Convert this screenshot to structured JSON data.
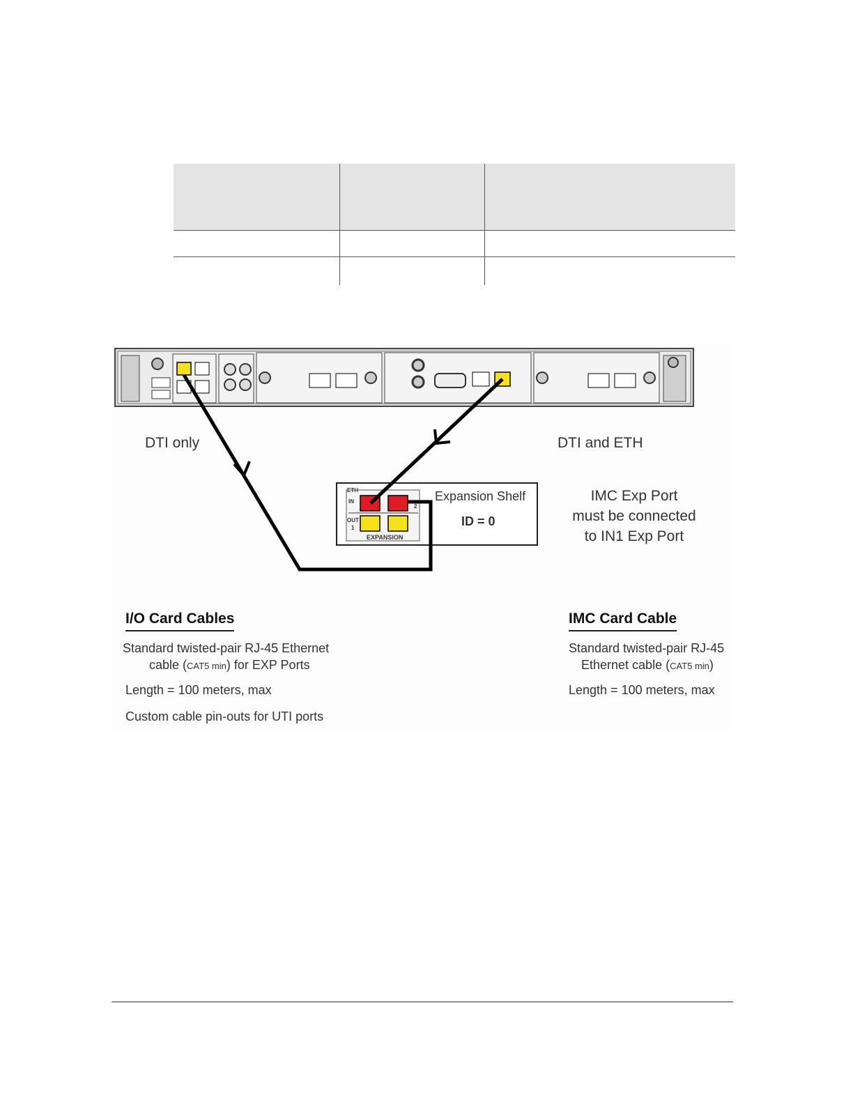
{
  "diagram": {
    "labels": {
      "dti_only": "DTI  only",
      "dti_eth": "DTI and ETH",
      "shelf_title": "Expansion Shelf",
      "shelf_id": "ID = 0",
      "imc_note_1": "IMC Exp Port",
      "imc_note_2": "must be connected",
      "imc_note_3": "to IN1 Exp Port",
      "expansion": "EXPANSION",
      "port_in": "IN",
      "port_out": "OUT",
      "port_1": "1",
      "port_2": "2",
      "port_eth": "ETH"
    },
    "io_cables": {
      "heading": "I/O Card Cables",
      "line1": "Standard twisted-pair RJ-45 Ethernet",
      "line2_a": "cable (",
      "line2_small": "CAT5 min",
      "line2_b": ") for EXP Ports",
      "length": "Length = 100 meters,  max",
      "custom": "Custom cable pin-outs for UTI ports"
    },
    "imc_cable": {
      "heading": "IMC Card Cable",
      "line1": "Standard twisted-pair RJ-45",
      "line2_a": "Ethernet cable (",
      "line2_small": "CAT5 min",
      "line2_b": ")",
      "length": "Length = 100 meters,  max"
    },
    "colors": {
      "port_active": "#e01b24",
      "port_idle": "#f5e218",
      "cable": "#000000",
      "chassis": "#d9d9d9"
    }
  }
}
